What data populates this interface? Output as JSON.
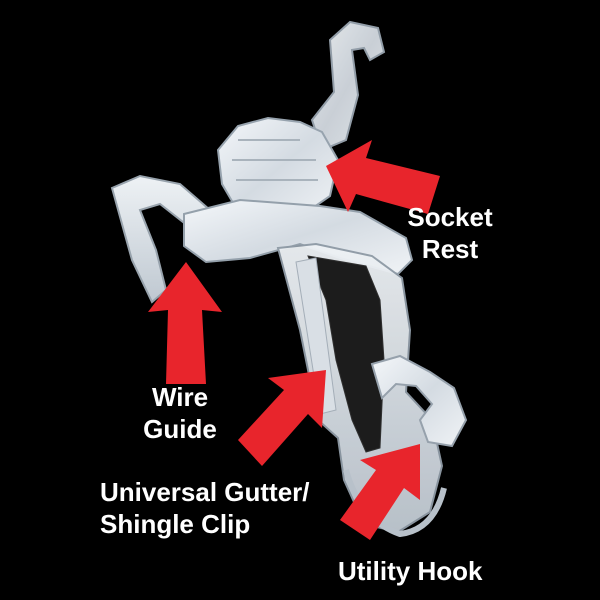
{
  "labels": {
    "socket_rest": {
      "line1": "Socket",
      "line2": "Rest"
    },
    "wire_guide": {
      "line1": "Wire",
      "line2": "Guide"
    },
    "gutter_clip": {
      "line1": "Universal Gutter/",
      "line2": "Shingle Clip"
    },
    "utility_hook": {
      "line1": "Utility Hook"
    }
  },
  "colors": {
    "background": "#000000",
    "arrow": "#e8252c",
    "label_text": "#ffffff",
    "clip_plastic": "#e9eef2"
  }
}
